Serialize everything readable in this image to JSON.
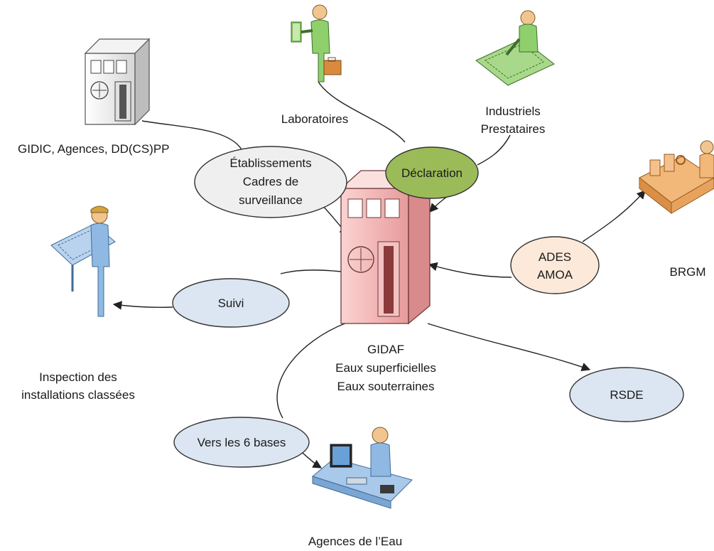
{
  "actors": {
    "gidic": {
      "label": "GIDIC, Agences, DD(CS)PP"
    },
    "laboratoires": {
      "label": "Laboratoires"
    },
    "industriels": {
      "line1": "Industriels",
      "line2": "Prestataires"
    },
    "brgm": {
      "label": "BRGM"
    },
    "inspection": {
      "line1": "Inspection des",
      "line2": "installations classées"
    },
    "agences_eau": {
      "label": "Agences de l’Eau"
    },
    "gidaf": {
      "line1": "GIDAF",
      "line2": "Eaux superficielles",
      "line3": "Eaux souterraines"
    }
  },
  "flows": {
    "etablissements": {
      "line1": "Établissements",
      "line2": "Cadres de",
      "line3": "surveillance",
      "color": "#efefef"
    },
    "declaration": {
      "label": "Déclaration",
      "color": "#9bbb59"
    },
    "ades": {
      "line1": "ADES",
      "line2": "AMOA",
      "color": "#fde9d9"
    },
    "suivi": {
      "label": "Suivi",
      "color": "#dce6f2"
    },
    "rsde": {
      "label": "RSDE",
      "color": "#dce6f2"
    },
    "vers_bases": {
      "label": "Vers les 6 bases",
      "color": "#dce6f2"
    }
  },
  "icons": {
    "gidic": "server-building-icon",
    "gidaf": "server-building-icon",
    "laboratoires": "person-with-briefcase-icon",
    "industriels": "person-with-blueprint-icon",
    "brgm": "person-with-factory-icon",
    "inspection": "person-with-drafting-table-icon",
    "agences_eau": "person-at-computer-icon"
  }
}
